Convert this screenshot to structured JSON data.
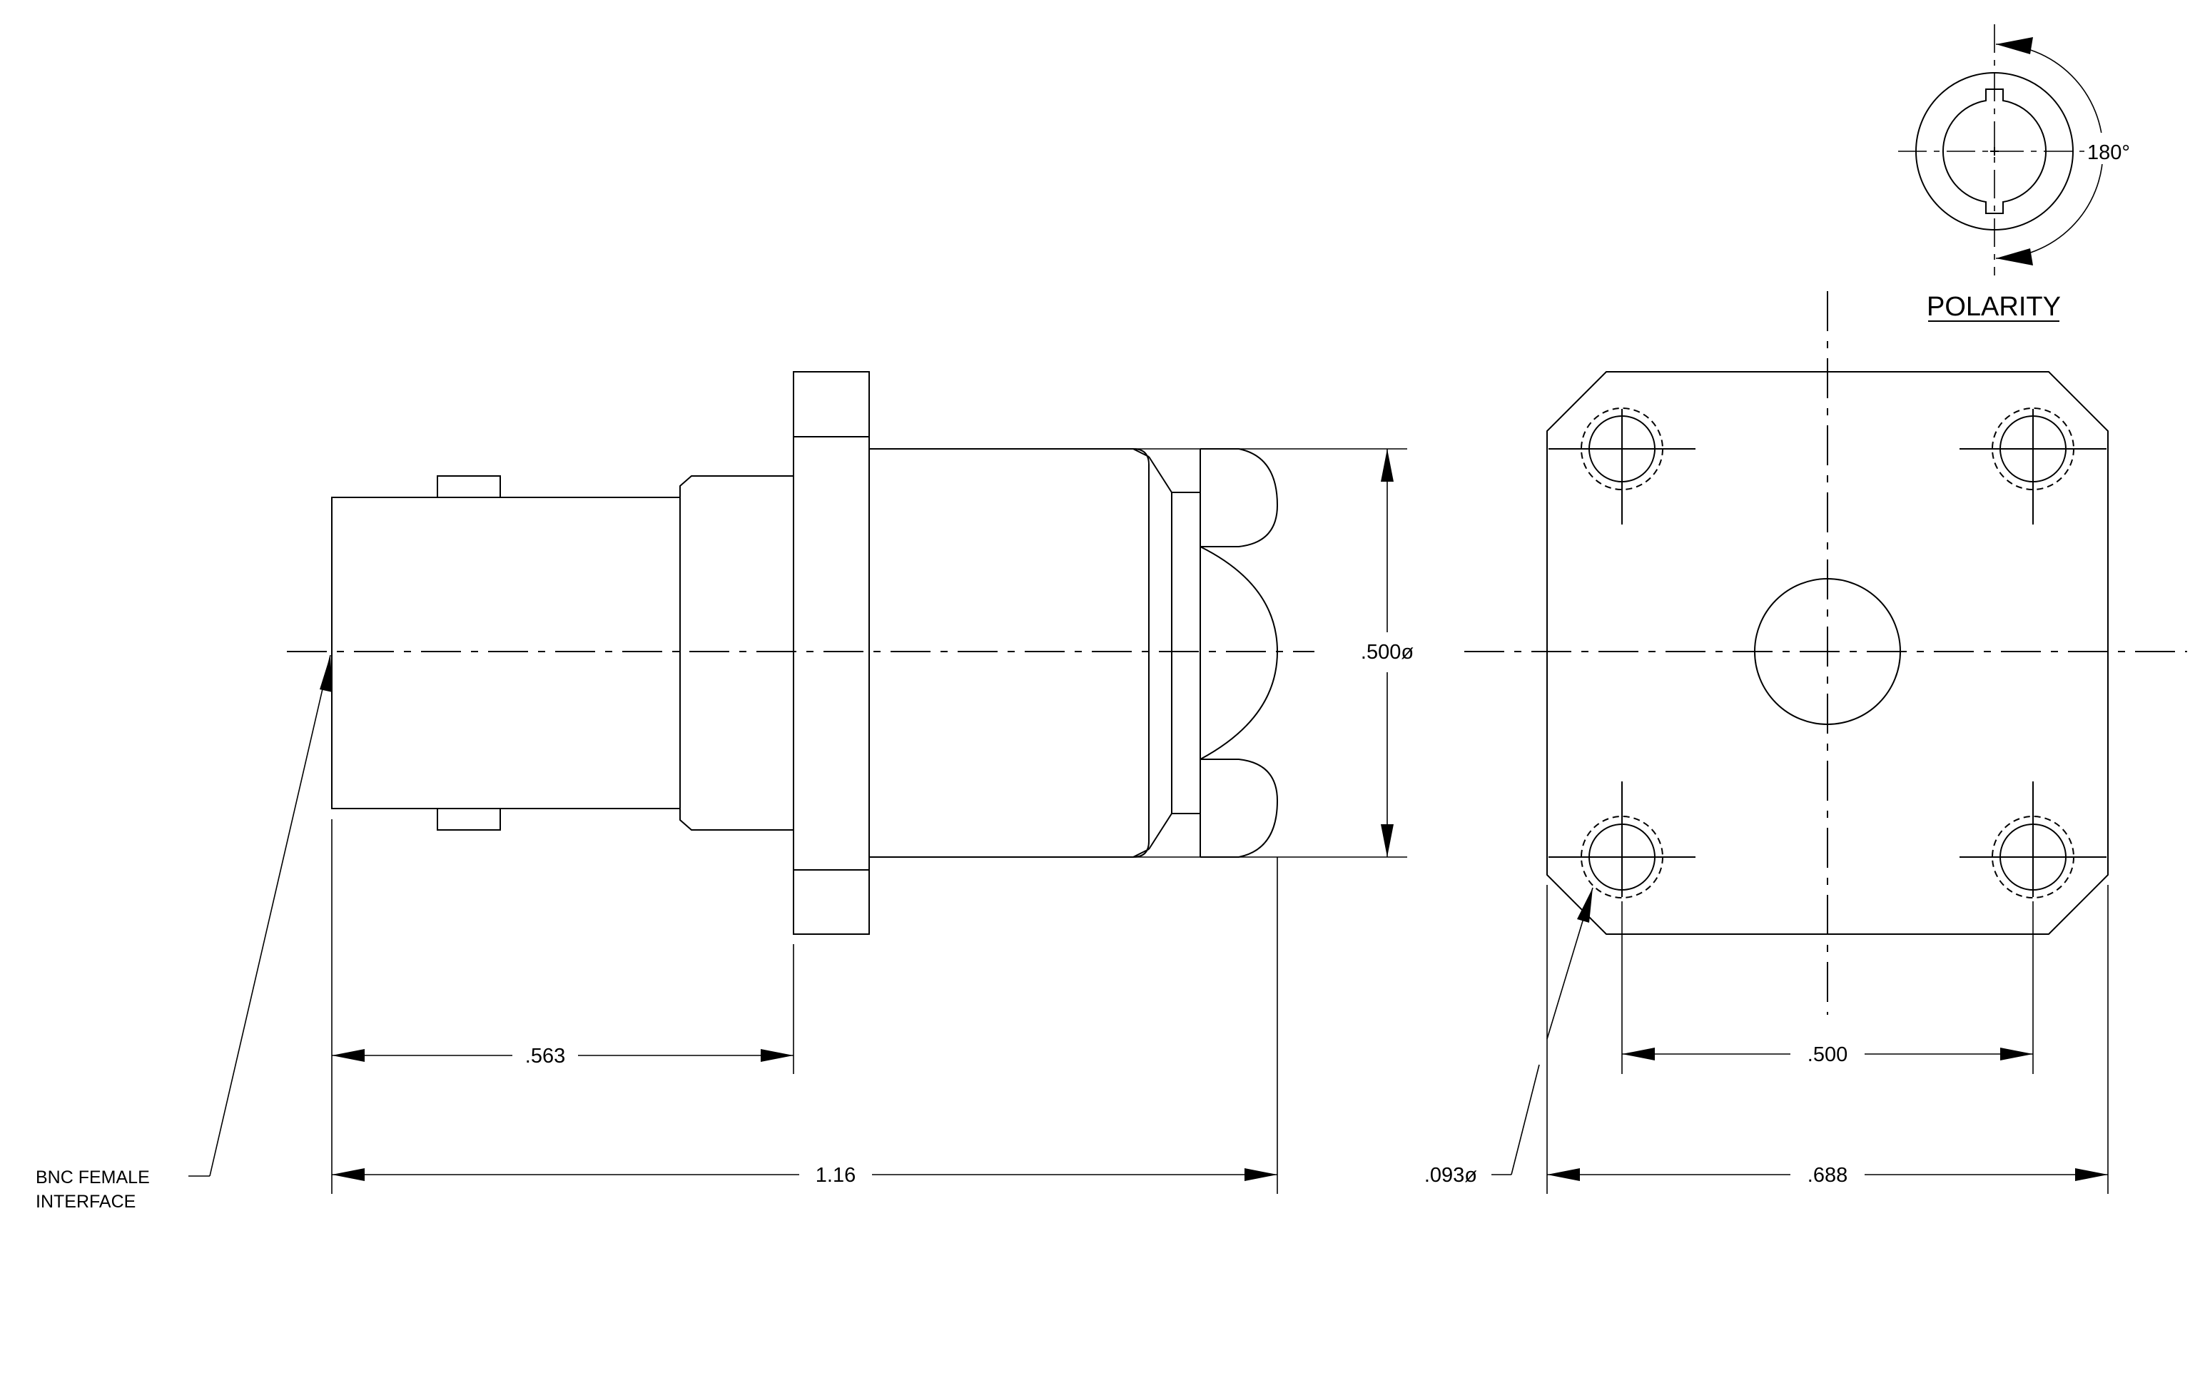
{
  "side_view": {
    "dim_overall": "1.16",
    "dim_to_flange": ".563",
    "dim_diameter": ".500ø",
    "note_line1": "BNC FEMALE",
    "note_line2": "INTERFACE"
  },
  "end_view": {
    "dim_hole_spacing": ".500",
    "dim_flange_width": ".688",
    "dim_hole_diameter": ".093ø"
  },
  "polarity_view": {
    "title": "POLARITY",
    "angle": "180°"
  }
}
